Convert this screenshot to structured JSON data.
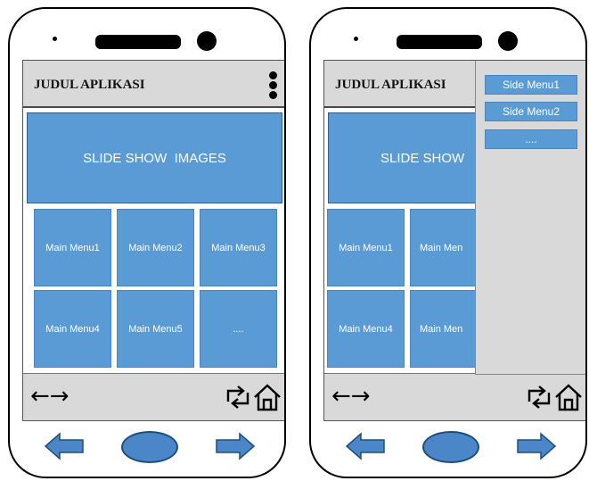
{
  "left_phone": {
    "app_title": "JUDUL APLIKASI",
    "slideshow_label": "SLIDE SHOW  IMAGES",
    "main_menu": [
      "Main Menu1",
      "Main Menu2",
      "Main Menu3",
      "Main Menu4",
      "Main Menu5",
      "...."
    ],
    "nav_arrows": "←→"
  },
  "right_phone": {
    "app_title": "JUDUL APLIKASI",
    "slideshow_label": "SLIDE SHOW",
    "main_menu": [
      "Main Menu1",
      "Main Men",
      "Main Menu4",
      "Main Men"
    ],
    "side_menu": [
      "Side Menu1",
      "Side Menu2",
      "...."
    ],
    "nav_arrows": "←→"
  },
  "icons": {
    "overflow_menu": "kebab-menu-icon",
    "refresh": "refresh-icon",
    "home": "home-icon",
    "hardware_back": "left-arrow-icon",
    "hardware_home": "oval-home-button",
    "hardware_forward": "right-arrow-icon"
  },
  "colors": {
    "tile_blue": "#5b9bd5",
    "bar_gray": "#d9d9d9",
    "hardware_blue": "#4a86c8"
  }
}
